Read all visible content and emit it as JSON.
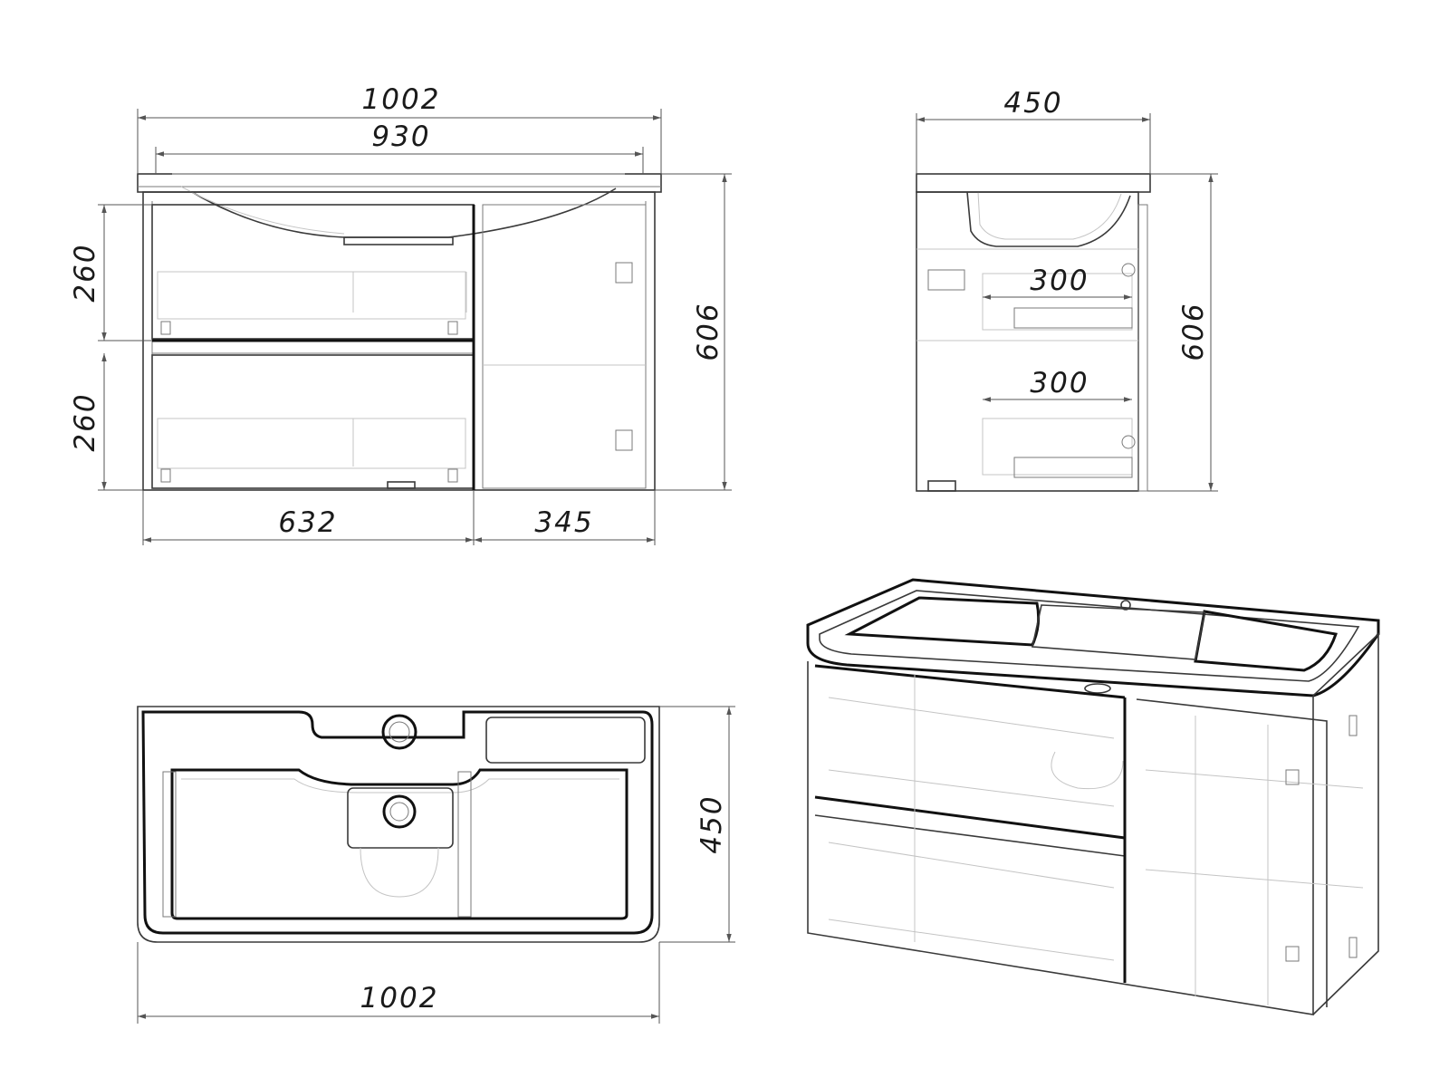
{
  "front_view": {
    "overall_width": "1002",
    "top_width": "930",
    "upper_drawer_height": "260",
    "lower_drawer_height": "260",
    "total_height": "606",
    "drawer_section_width": "632",
    "door_section_width": "345"
  },
  "side_view": {
    "depth": "450",
    "upper_drawer_depth": "300",
    "lower_drawer_depth": "300",
    "total_height": "606"
  },
  "top_view": {
    "depth": "450",
    "overall_width": "1002"
  },
  "isometric_view": {}
}
